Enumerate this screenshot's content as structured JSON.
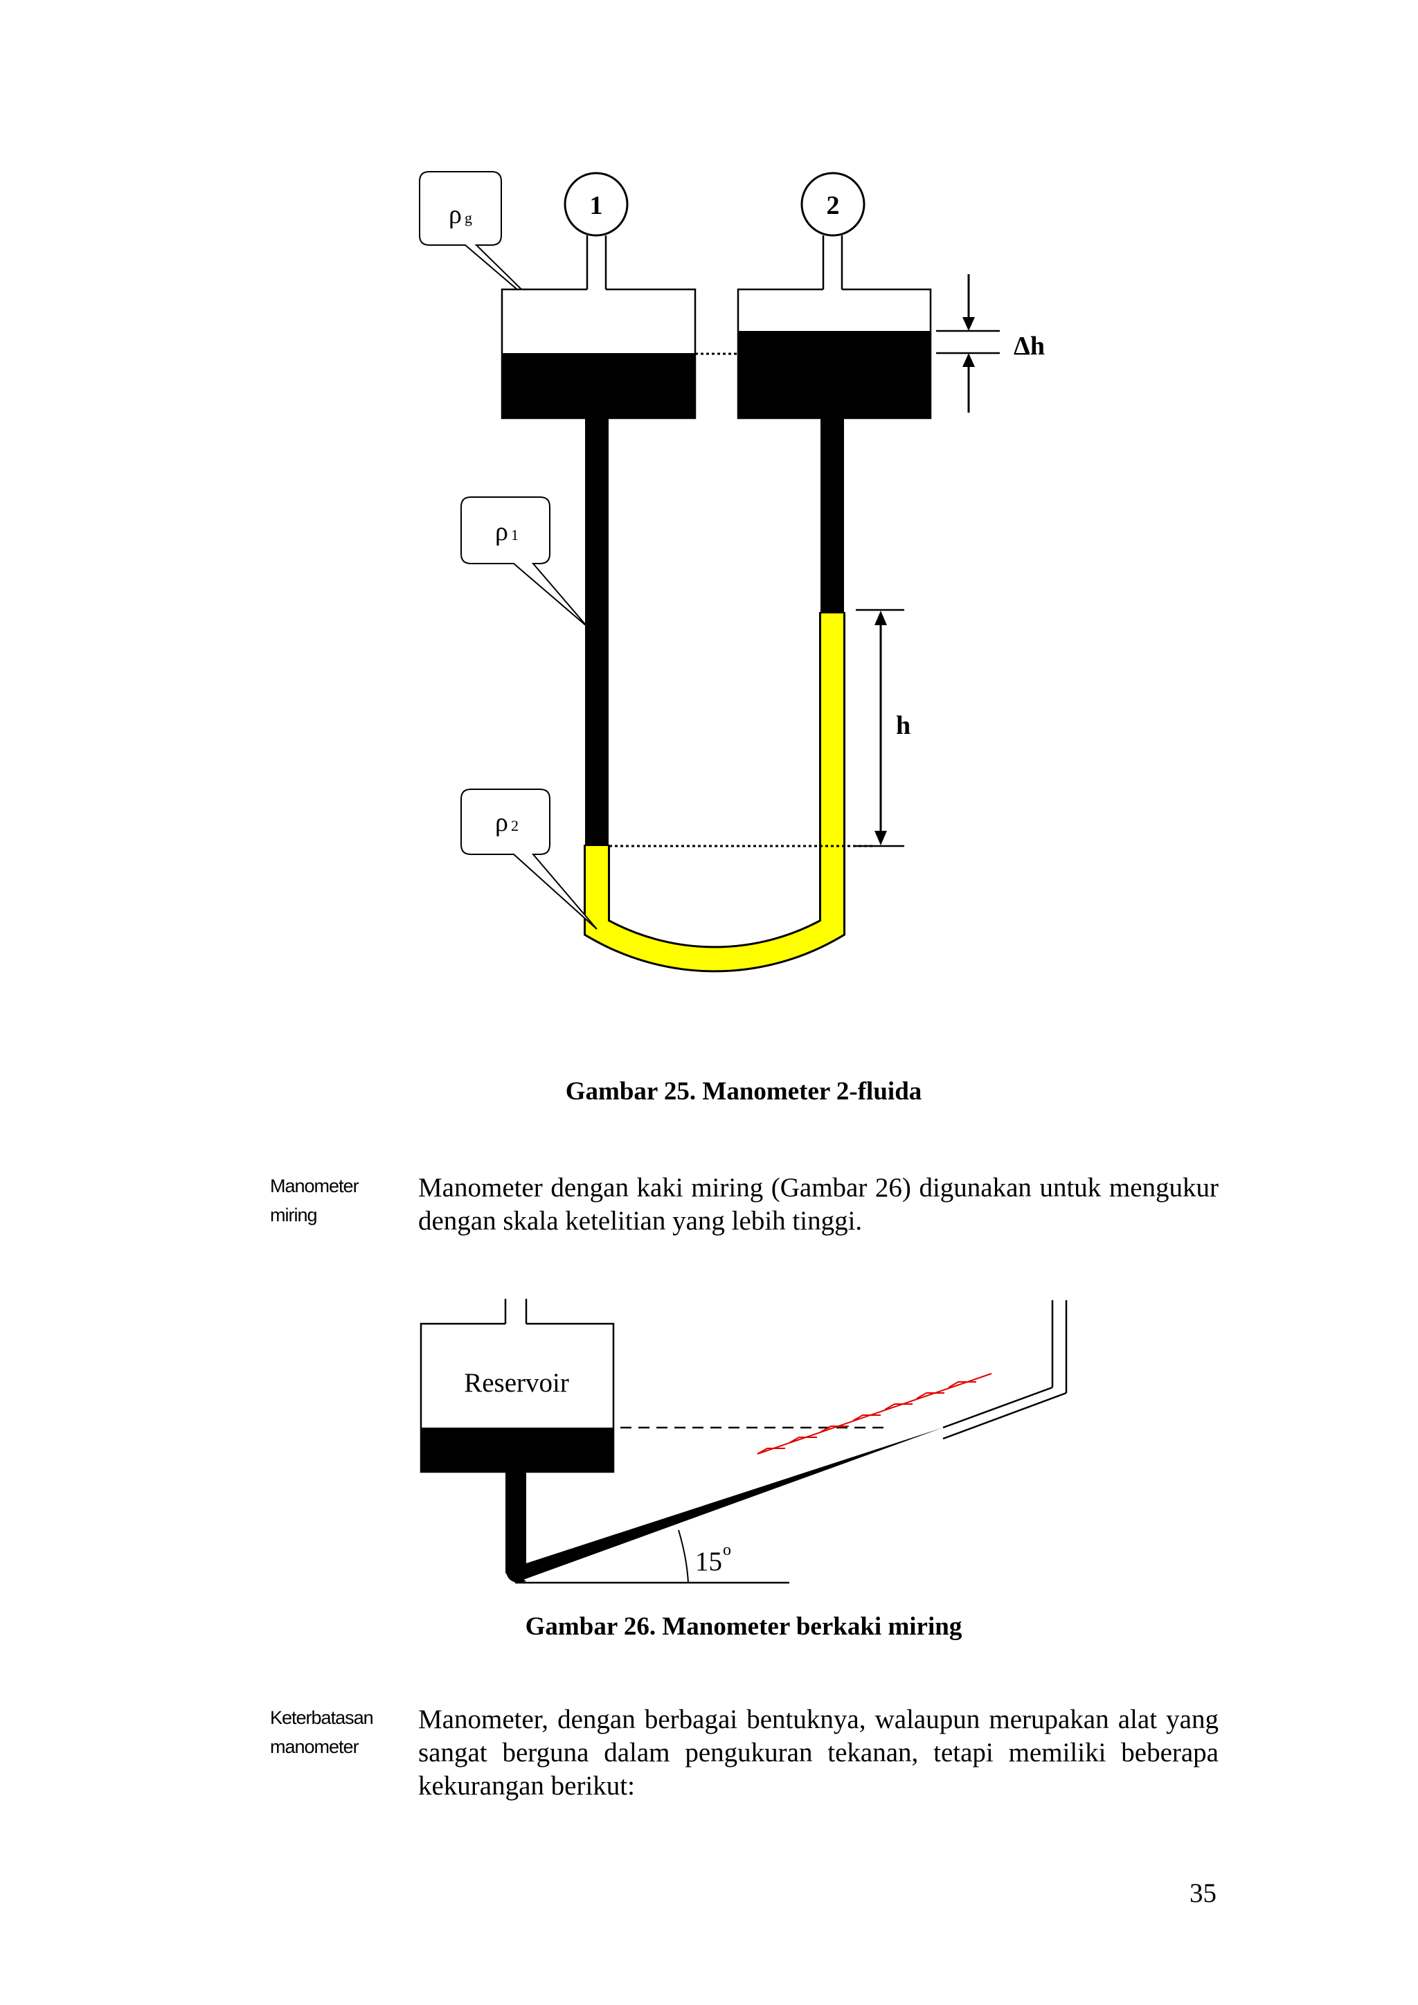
{
  "figure25": {
    "label_rho_g": "ρ",
    "label_rho_g_sub": "g",
    "label_rho_1": "ρ",
    "label_rho_1_sub": "1",
    "label_rho_2": "ρ",
    "label_rho_2_sub": "2",
    "port_1": "1",
    "port_2": "2",
    "label_delta_h": "Δh",
    "label_h": "h",
    "colors": {
      "fluid_black": "#000000",
      "fluid_yellow": "#ffff00"
    },
    "caption": "Gambar 25. Manometer 2-fluida"
  },
  "section_miring": {
    "margin_note": "Manometer miring",
    "paragraph": "Manometer dengan kaki miring (Gambar 26) digunakan untuk mengukur dengan skala ketelitian yang lebih tinggi."
  },
  "figure26": {
    "reservoir_label": "Reservoir",
    "angle_value": "15",
    "angle_unit": "o",
    "colors": {
      "fluid": "#000000",
      "scale_marks": "#e00000"
    },
    "caption": "Gambar 26. Manometer berkaki miring"
  },
  "section_keterbatasan": {
    "margin_note": "Keterbatasan manometer",
    "paragraph": "Manometer, dengan berbagai bentuknya, walaupun merupakan alat yang sangat berguna dalam pengukuran tekanan, tetapi memiliki beberapa kekurangan berikut:"
  },
  "page_number": "35"
}
